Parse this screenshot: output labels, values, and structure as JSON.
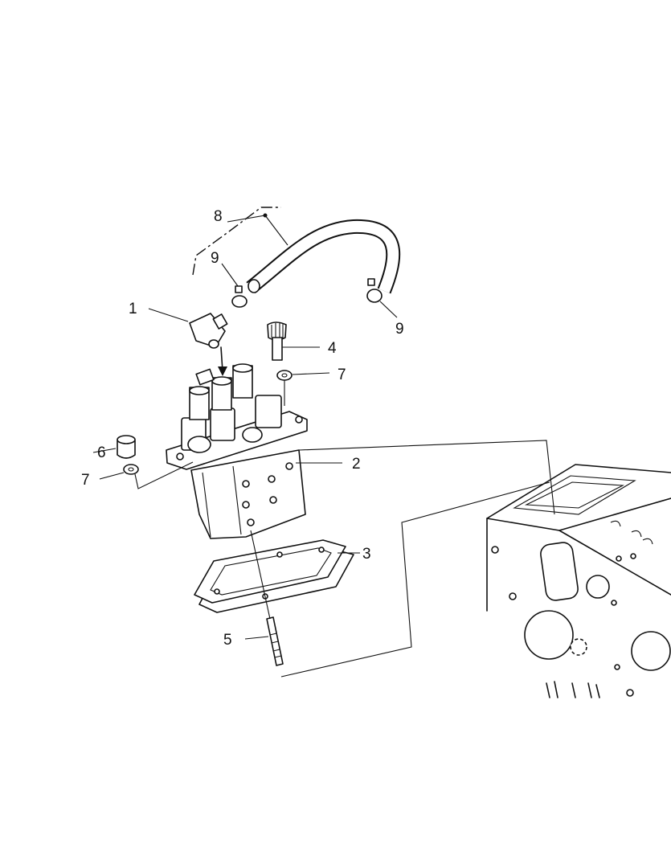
{
  "diagram": {
    "type": "exploded parts diagram",
    "callouts": [
      {
        "id": "8",
        "label": "8"
      },
      {
        "id": "9a",
        "label": "9"
      },
      {
        "id": "1",
        "label": "1"
      },
      {
        "id": "9b",
        "label": "9"
      },
      {
        "id": "4",
        "label": "4"
      },
      {
        "id": "7a",
        "label": "7"
      },
      {
        "id": "6",
        "label": "6"
      },
      {
        "id": "2",
        "label": "2"
      },
      {
        "id": "7b",
        "label": "7"
      },
      {
        "id": "3",
        "label": "3"
      },
      {
        "id": "5",
        "label": "5"
      }
    ],
    "line_color": "#111111",
    "background": "#ffffff"
  }
}
